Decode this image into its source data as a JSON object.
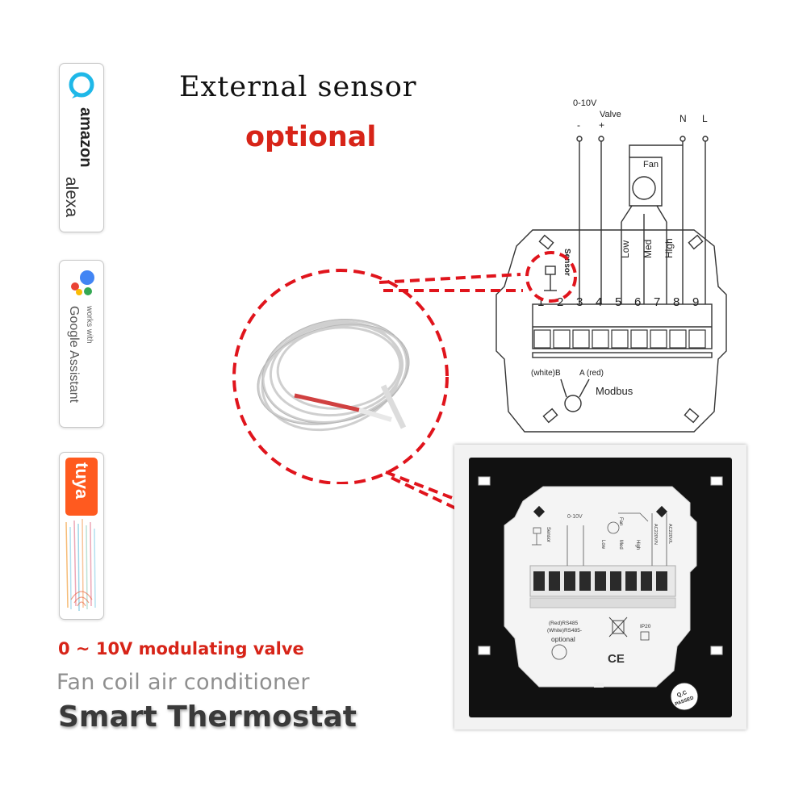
{
  "header": {
    "title": "External sensor",
    "subtitle": "optional"
  },
  "badges": {
    "alexa": {
      "brand": "amazon",
      "product": "alexa",
      "icon": "alexa-ring-icon",
      "color": "#1fb8e8"
    },
    "google": {
      "prefix": "works with",
      "product": "Google Assistant",
      "icon": "google-assistant-dots-icon",
      "colors": [
        "#4285f4",
        "#ea4335",
        "#fbbc05",
        "#34a853"
      ]
    },
    "tuya": {
      "brand": "tuya",
      "icon": "tuya-logo-icon",
      "color": "#ff5a1f"
    }
  },
  "wiring": {
    "valve_label": "0-10V",
    "valve_sub": "Valve",
    "minus": "-",
    "plus": "+",
    "neutral": "N",
    "live": "L",
    "fan": "Fan",
    "speeds": [
      "Low",
      "Med",
      "High"
    ],
    "sensor": "Sensor",
    "terminals": [
      "1",
      "2",
      "3",
      "4",
      "5",
      "6",
      "7",
      "8",
      "9"
    ],
    "modbus_b": "(white)B",
    "modbus_a": "A (red)",
    "modbus": "Modbus"
  },
  "device": {
    "valve_label": "0-10V",
    "sensor": "Sensor",
    "fan": "Fan",
    "speeds": [
      "Low",
      "Med",
      "High"
    ],
    "n_label": "AC220V/N",
    "l_label": "AC220V/L",
    "rs485_red": "(Red)RS485",
    "rs485_white": "(White)RS485-",
    "optional": "optional",
    "ip": "IP20",
    "ce": "CE",
    "qc_line1": "Q.C",
    "qc_line2": "PASSED"
  },
  "footer": {
    "line1": "0 ~ 10V modulating valve",
    "line2": "Fan coil air conditioner",
    "line3": "Smart Thermostat"
  },
  "colors": {
    "accent_red": "#d72418",
    "callout_red": "#e0141c"
  }
}
